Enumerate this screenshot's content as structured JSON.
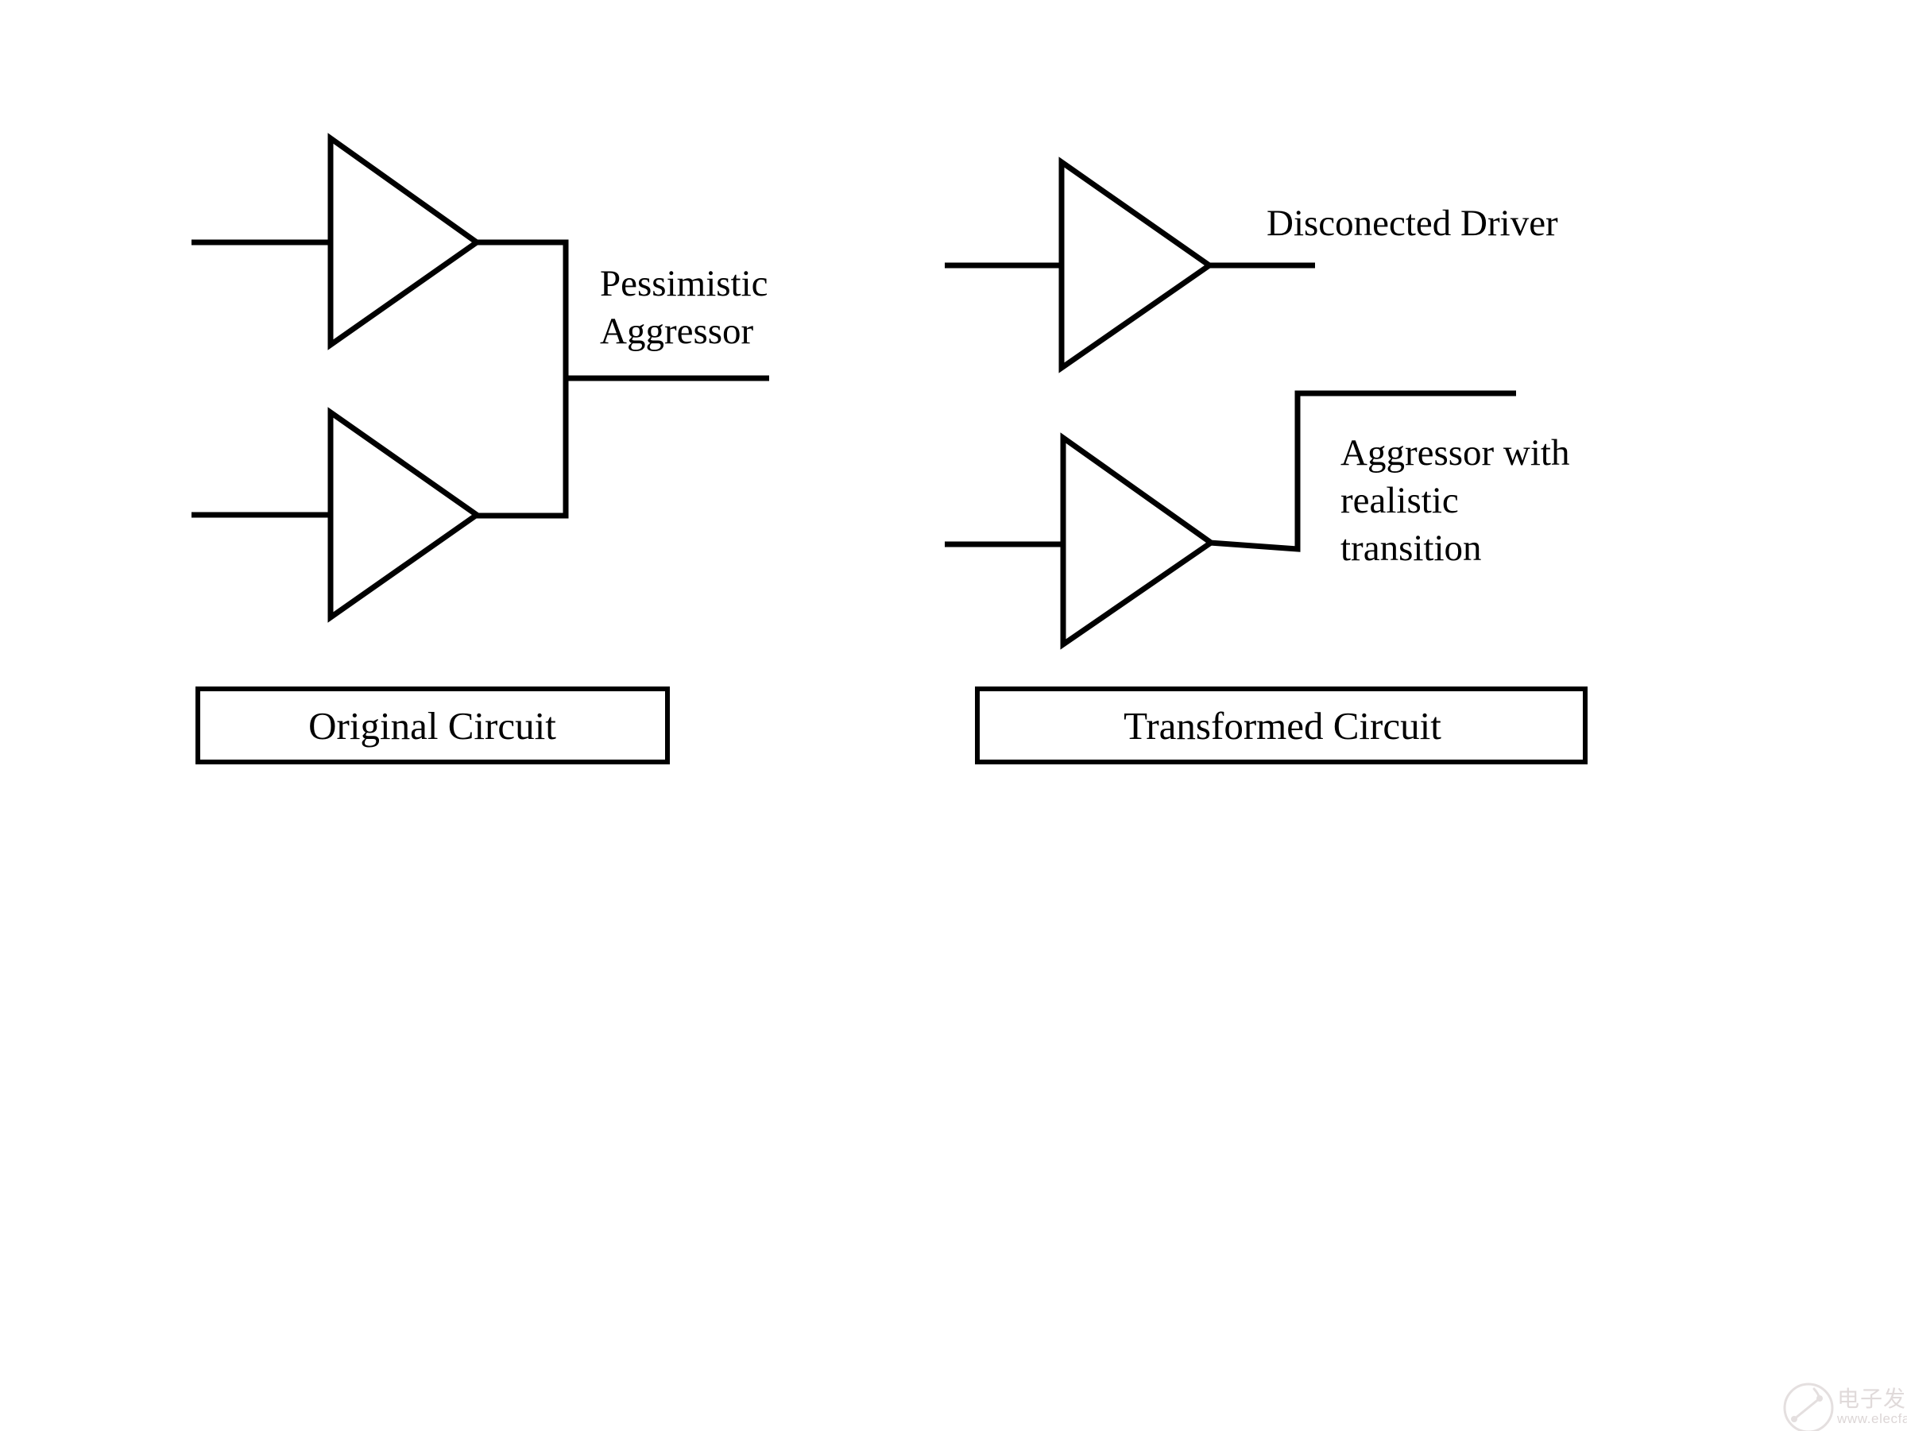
{
  "figure": {
    "background_color": "#ffffff",
    "line_color": "#000000",
    "panels": [
      {
        "id": "original-circuit",
        "caption": "Original Circuit",
        "gates": [
          {
            "id": "original-top-buffer",
            "name": "buffer-gate"
          },
          {
            "id": "original-bottom-buffer",
            "name": "buffer-gate"
          }
        ],
        "annotations": [
          {
            "id": "pessimistic-aggressor",
            "lines": [
              "Pessimistic",
              "Aggressor"
            ]
          }
        ]
      },
      {
        "id": "transformed-circuit",
        "caption": "Transformed Circuit",
        "gates": [
          {
            "id": "transformed-top-buffer",
            "name": "buffer-gate"
          },
          {
            "id": "transformed-bottom-buffer",
            "name": "buffer-gate"
          }
        ],
        "annotations": [
          {
            "id": "disconected-driver",
            "lines": [
              "Disconected Driver"
            ]
          },
          {
            "id": "aggressor-realistic",
            "lines": [
              "Aggressor with",
              "realistic",
              "transition"
            ]
          }
        ]
      }
    ]
  },
  "labels": {
    "pessimistic_line1": "Pessimistic",
    "pessimistic_line2": "Aggressor",
    "disconected_driver": "Disconected Driver",
    "aggressor_line1": "Aggressor with",
    "aggressor_line2": "realistic",
    "aggressor_line3": "transition",
    "box_original": "Original Circuit",
    "box_transformed": "Transformed Circuit"
  },
  "watermark": {
    "cn_text": "电子发烧友",
    "url_text": "www.elecfans.com"
  }
}
